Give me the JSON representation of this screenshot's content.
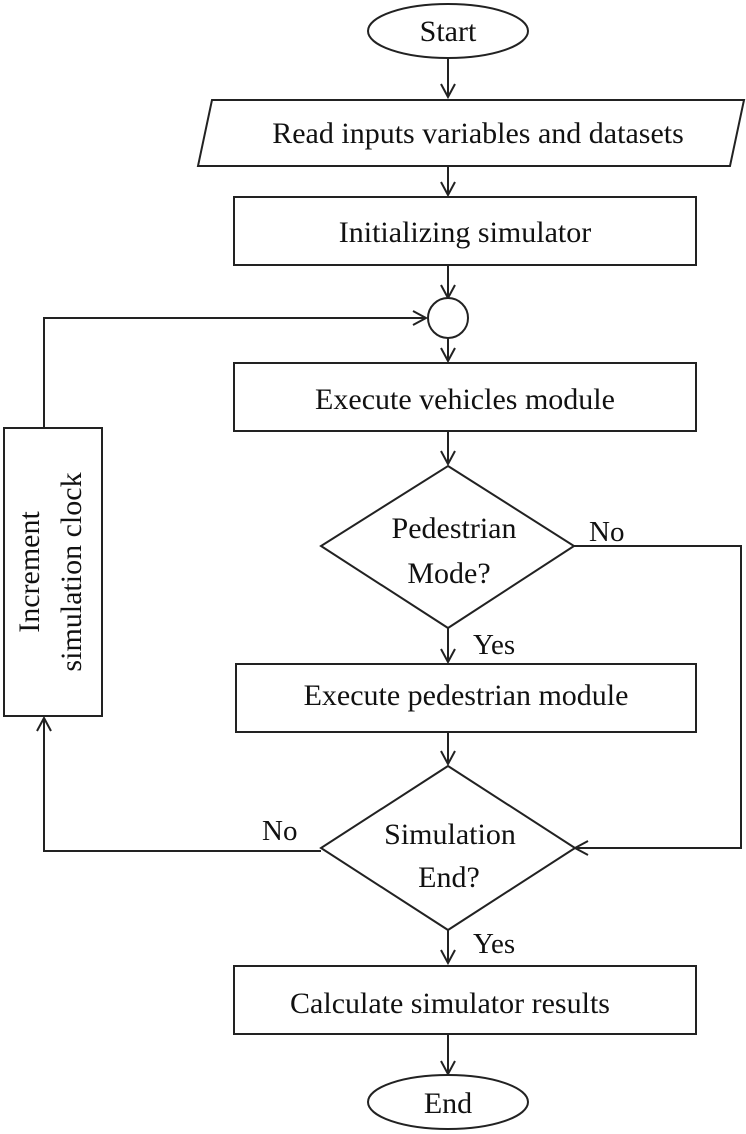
{
  "nodes": {
    "start": "Start",
    "read_inputs": "Read inputs variables and datasets",
    "init": "Initializing simulator",
    "vehicles": "Execute vehicles module",
    "ped_mode_line1": "Pedestrian",
    "ped_mode_line2": "Mode?",
    "pedestrian": "Execute pedestrian module",
    "sim_end_line1": "Simulation",
    "sim_end_line2": "End?",
    "results": "Calculate simulator results",
    "end": "End",
    "increment_line1": "Increment",
    "increment_line2": "simulation clock"
  },
  "edges": {
    "ped_no": "No",
    "ped_yes": "Yes",
    "sim_no": "No",
    "sim_yes": "Yes"
  }
}
